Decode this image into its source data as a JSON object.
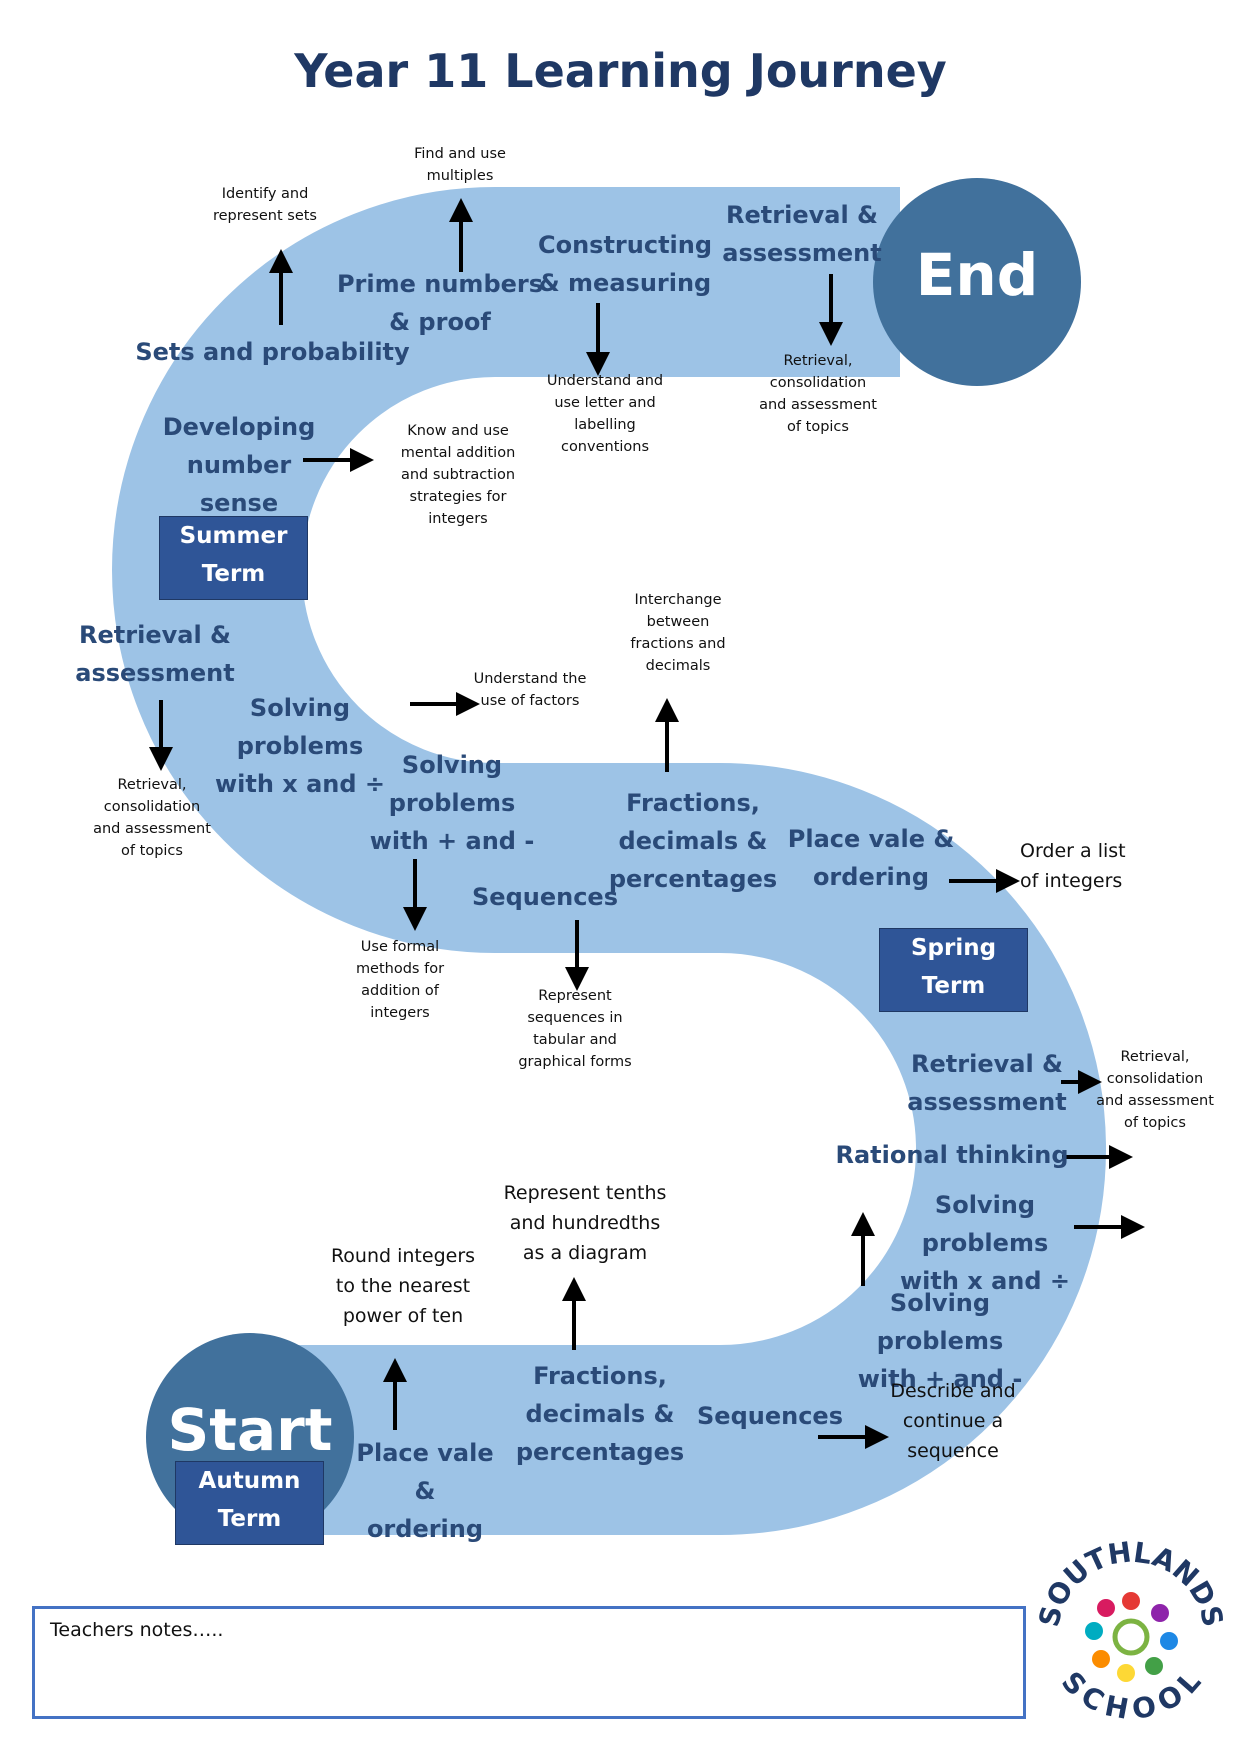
{
  "title": "Year 11 Learning Journey",
  "end_label": "End",
  "start_label": "Start",
  "terms": {
    "summer": "Summer\nTerm",
    "spring": "Spring\nTerm",
    "autumn": "Autumn\nTerm"
  },
  "topics": {
    "sets_probability": "Sets and probability",
    "prime_numbers": "Prime numbers\n& proof",
    "constructing": "Constructing\n& measuring",
    "retrieval_top": "Retrieval &\nassessment",
    "developing_number": "Developing number\nsense",
    "retrieval_left": "Retrieval &\nassessment",
    "solving_xdiv_mid": "Solving problems\nwith x and ÷",
    "solving_plus_mid": "Solving\nproblems\nwith + and -",
    "sequences_mid": "Sequences",
    "fractions_mid": "Fractions,\ndecimals &\npercentages",
    "place_value_mid": "Place vale &\nordering",
    "retrieval_right": "Retrieval &\nassessment",
    "rational_thinking": "Rational thinking",
    "solving_xdiv_low": "Solving problems\nwith x and ÷",
    "solving_plus_low": "Solving problems\nwith + and -",
    "sequences_low": "Sequences",
    "fractions_low": "Fractions,\ndecimals &\npercentages",
    "place_value_low": "Place vale\n&\nordering"
  },
  "notes": {
    "identify_sets": "Identify and\nrepresent sets",
    "find_multiples": "Find and use\nmultiples",
    "letter_labelling": "Understand and\nuse letter and\nlabelling\nconventions",
    "retrieval_consolidation_top": "Retrieval,\nconsolidation\nand assessment\nof topics",
    "mental_addition": "Know and use\nmental addition\nand subtraction\nstrategies for\nintegers",
    "interchange": "Interchange\nbetween\nfractions and\ndecimals",
    "use_of_factors": "Understand the\nuse of factors",
    "retrieval_consolidation_left": "Retrieval,\nconsolidation\nand assessment\nof topics",
    "formal_methods": "Use formal\nmethods for\naddition of\nintegers",
    "represent_sequences": "Represent\nsequences in\ntabular and\ngraphical forms",
    "order_list": "Order a list\nof integers",
    "retrieval_consolidation_right": "Retrieval,\nconsolidation\nand assessment\nof topics",
    "represent_tenths": "Represent tenths\nand hundredths\nas a diagram",
    "round_integers": "Round integers\nto the nearest\npower of ten",
    "describe_sequence": "Describe and\ncontinue a\nsequence"
  },
  "teachers_notes": "Teachers notes…..",
  "logo": {
    "top": "SOUTHLANDS",
    "bottom": "SCHOOL"
  },
  "colors": {
    "path": "#9dc3e6",
    "circle": "#41719c",
    "term_box": "#2f5597",
    "title": "#1f3864",
    "notes_border": "#4472c4"
  }
}
